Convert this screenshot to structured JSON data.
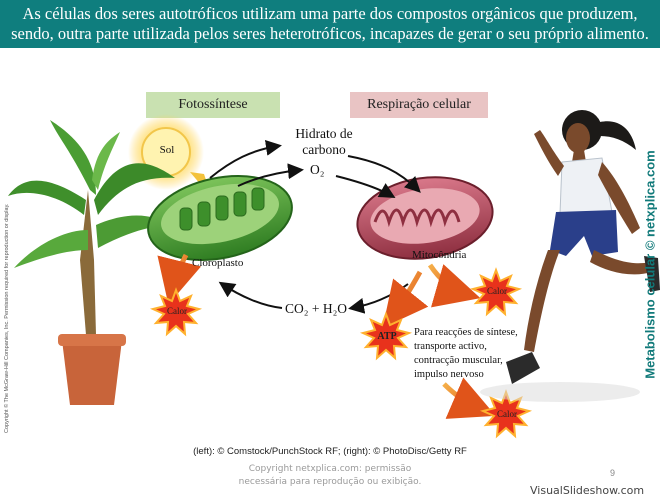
{
  "banner": {
    "line1": "As células dos seres autotróficos utilizam uma parte dos compostos orgânicos que produzem,",
    "line2": "sendo, outra parte utilizada pelos seres heterotróficos, incapazes de gerar o seu próprio alimento."
  },
  "headers": {
    "left": "Fotossíntese",
    "right": "Respiração celular"
  },
  "labels": {
    "sun": "Sol",
    "chloroplast": "Cloroplasto",
    "mitochondrion": "Mitocôndria",
    "carb1": "Hidrato de",
    "carb2": "carbono",
    "o2": "O₂",
    "co2": "CO₂ + H₂O",
    "atp": "ATP",
    "heat": "Calor",
    "uses1": "Para reacções de síntese,",
    "uses2": "transporte activo,",
    "uses3": "contracção muscular,",
    "uses4": "impulso nervoso"
  },
  "credits": {
    "photo": "(left): © Comstock/PunchStock RF; (right): © PhotoDisc/Getty RF",
    "watermark1": "Copyright netxplica.com: permissão",
    "watermark2": "necessária para reprodução ou exibição.",
    "side_copyright": "Copyright © The McGraw-Hill Companies, Inc. Permission required for reproduction or display.",
    "side_brand": "Metabolismo celular © netxplica.com",
    "page_number": "9",
    "site": "VisualSlideshow.com"
  },
  "colors": {
    "banner": "#0f7e7e",
    "photosynthesis_header": "#c9e1b1",
    "respiration_header": "#e9c4c4",
    "chloroplast": "#3f9a2e",
    "mitochondrion": "#b0485c",
    "heat_burst": "#e8321c"
  }
}
